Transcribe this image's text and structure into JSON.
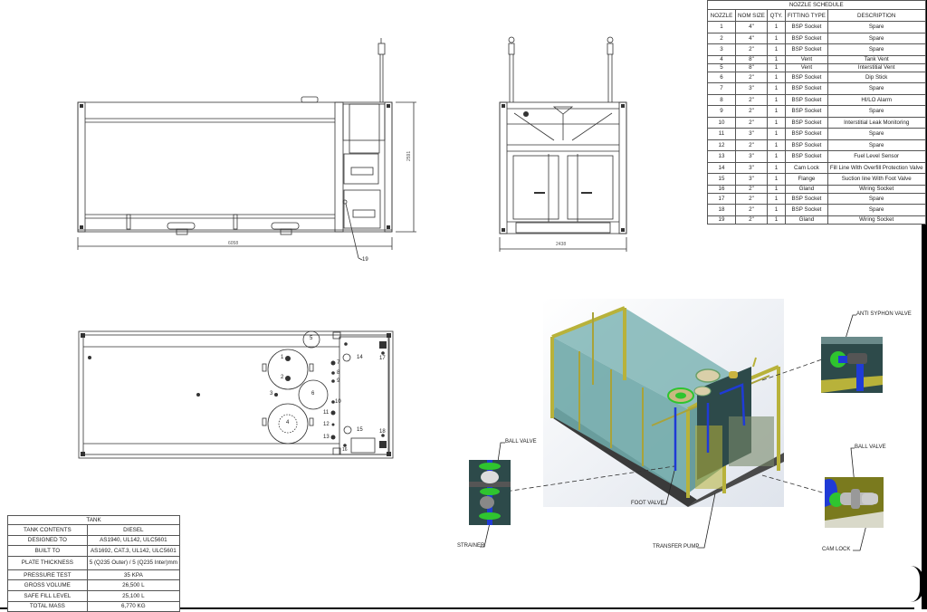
{
  "nozzle_schedule": {
    "title": "NOZZLE SCHEDULE",
    "columns": [
      "NOZZLE",
      "NOM SIZE",
      "QTY.",
      "FITTING TYPE",
      "DESCRIPTION"
    ],
    "rows": [
      {
        "nozzle": "1",
        "size": "4\"",
        "qty": "1",
        "fitting": "BSP Socket",
        "description": "Spare"
      },
      {
        "nozzle": "2",
        "size": "4\"",
        "qty": "1",
        "fitting": "BSP Socket",
        "description": "Spare"
      },
      {
        "nozzle": "3",
        "size": "2\"",
        "qty": "1",
        "fitting": "BSP Socket",
        "description": "Spare"
      },
      {
        "nozzle": "4",
        "size": "8\"",
        "qty": "1",
        "fitting": "Vent",
        "description": "Tank Vent"
      },
      {
        "nozzle": "5",
        "size": "8\"",
        "qty": "1",
        "fitting": "Vent",
        "description": "Interstitial Vent"
      },
      {
        "nozzle": "6",
        "size": "2\"",
        "qty": "1",
        "fitting": "BSP Socket",
        "description": "Dip Stick"
      },
      {
        "nozzle": "7",
        "size": "3\"",
        "qty": "1",
        "fitting": "BSP Socket",
        "description": "Spare"
      },
      {
        "nozzle": "8",
        "size": "2\"",
        "qty": "1",
        "fitting": "BSP Socket",
        "description": "HI/LO Alarm"
      },
      {
        "nozzle": "9",
        "size": "2\"",
        "qty": "1",
        "fitting": "BSP Socket",
        "description": "Spare"
      },
      {
        "nozzle": "10",
        "size": "2\"",
        "qty": "1",
        "fitting": "BSP Socket",
        "description": "Interstitial Leak Monitoring"
      },
      {
        "nozzle": "11",
        "size": "3\"",
        "qty": "1",
        "fitting": "BSP Socket",
        "description": "Spare"
      },
      {
        "nozzle": "12",
        "size": "2\"",
        "qty": "1",
        "fitting": "BSP Socket",
        "description": "Spare"
      },
      {
        "nozzle": "13",
        "size": "3\"",
        "qty": "1",
        "fitting": "BSP Socket",
        "description": "Fuel Level Sensor"
      },
      {
        "nozzle": "14",
        "size": "3\"",
        "qty": "1",
        "fitting": "Cam Lock",
        "description": "Fill Line With Overfill Protection Valve"
      },
      {
        "nozzle": "15",
        "size": "3\"",
        "qty": "1",
        "fitting": "Flange",
        "description": "Suction line With Foot Valve"
      },
      {
        "nozzle": "16",
        "size": "2\"",
        "qty": "1",
        "fitting": "Gland",
        "description": "Wiring Socket"
      },
      {
        "nozzle": "17",
        "size": "2\"",
        "qty": "1",
        "fitting": "BSP Socket",
        "description": "Spare"
      },
      {
        "nozzle": "18",
        "size": "2\"",
        "qty": "1",
        "fitting": "BSP Socket",
        "description": "Spare"
      },
      {
        "nozzle": "19",
        "size": "2\"",
        "qty": "1",
        "fitting": "Gland",
        "description": "Wiring Socket"
      }
    ]
  },
  "tank_table": {
    "title": "TANK",
    "rows": [
      {
        "label": "TANK CONTENTS",
        "value": "DIESEL"
      },
      {
        "label": "DESIGNED TO",
        "value": "AS1940, UL142, ULC5601"
      },
      {
        "label": "BUILT TO",
        "value": "AS1692, CAT.3, UL142, ULC5601"
      },
      {
        "label": "PLATE THICKNESS",
        "value": "5 (Q235 Outer) / 5 (Q235 Inter)mm"
      },
      {
        "label": "PRESSURE TEST",
        "value": "35 KPA"
      },
      {
        "label": "GROSS VOLUME",
        "value": "26,500 L"
      },
      {
        "label": "SAFE FILL LEVEL",
        "value": "25,100 L"
      },
      {
        "label": "TOTAL MASS",
        "value": "6,770 KG"
      }
    ]
  },
  "side_view": {
    "length_dim": "6058",
    "height_dim": "2591",
    "callout": "19"
  },
  "end_view": {
    "width_dim": "2438"
  },
  "plan_view": {
    "nozzle_labels": [
      "1",
      "2",
      "3",
      "4",
      "5",
      "6",
      "7",
      "8",
      "9",
      "10",
      "11",
      "12",
      "13",
      "14",
      "15",
      "16",
      "17",
      "18"
    ]
  },
  "render_view": {
    "callouts": {
      "anti_syphon_valve": "ANTI SYPHON VALVE",
      "ball_valve_right": "BALL VALVE",
      "cam_lock": "CAM LOCK",
      "ball_valve_left": "BALL VALVE",
      "strainer": "STRAINER",
      "foot_valve": "FOOT VALVE",
      "transfer_pump": "TRANSFER PUMP"
    },
    "colors": {
      "frame": "#b8b23a",
      "tank_glass": "#6fa9a9",
      "pipe": "#1f3bd6",
      "flange": "#2fc42f",
      "dark_panel": "#2d4a4a"
    }
  }
}
